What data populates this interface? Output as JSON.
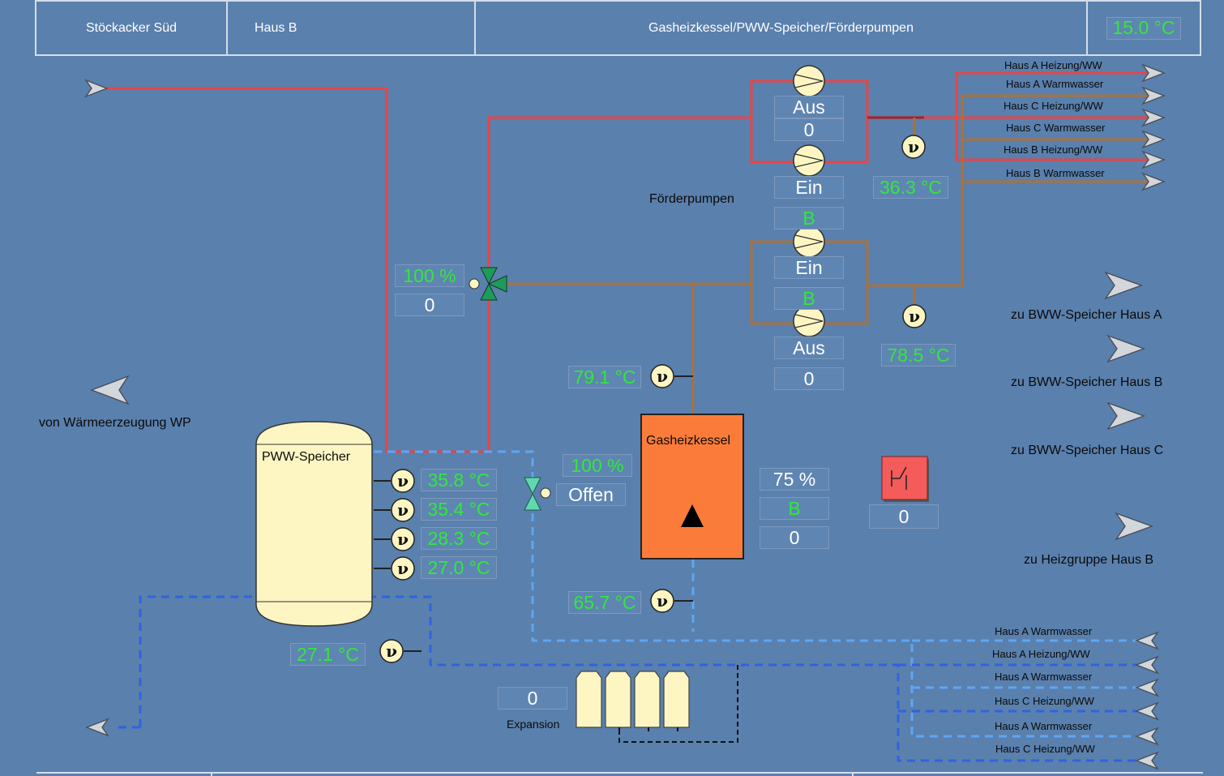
{
  "header": {
    "site": "Stöckacker Süd",
    "building": "Haus B",
    "title": "Gasheizkessel/PWW-Speicher/Förderpumpen",
    "outdoor_temp": "15.0 °C"
  },
  "colors": {
    "background": "#5a80ad",
    "supply_red": "#e84545",
    "return_brown": "#a8723f",
    "cold_blue": "#2f63e0",
    "cold_blue_light": "#5ea6f2",
    "value_green": "#31e83b",
    "boiler_orange": "#fb7c3a",
    "tank_cream": "#fdf6c3"
  },
  "left": {
    "from_heat_pump": "von Wärmeerzeugung WP"
  },
  "mixing_valve": {
    "position": "100 %",
    "value": "0"
  },
  "pumps_label": "Förderpumpen",
  "pumps": [
    {
      "state": "Aus",
      "value": "0"
    },
    {
      "state": "Ein",
      "value": "B"
    },
    {
      "state": "Ein",
      "value": "B"
    },
    {
      "state": "Aus",
      "value": "0"
    }
  ],
  "supply_temp_top": "36.3 °C",
  "supply_temp_mid": "78.5 °C",
  "boiler_inlet_temp": "79.1 °C",
  "boiler_return_temp": "65.7 °C",
  "boiler": {
    "name": "Gasheizkessel",
    "load": "75 %",
    "mode": "B",
    "value": "0"
  },
  "shutoff_valve": {
    "position": "100 %",
    "state": "Offen"
  },
  "tank": {
    "name": "PWW-Speicher",
    "temps": [
      "35.8 °C",
      "35.4 °C",
      "28.3 °C",
      "27.0 °C"
    ],
    "return_temp": "27.1 °C"
  },
  "expansion": {
    "label": "Expansion",
    "value": "0"
  },
  "switch_value": "0",
  "outlets_top": [
    "Haus A Heizung/WW",
    "Haus A Warmwasser",
    "Haus C Heizung/WW",
    "Haus C Warmwasser",
    "Haus B Heizung/WW",
    "Haus B Warmwasser"
  ],
  "nav_links": [
    "zu BWW-Speicher Haus A",
    "zu BWW-Speicher Haus B",
    "zu BWW-Speicher Haus C",
    "zu Heizgruppe Haus B"
  ],
  "returns_bottom": [
    "Haus A Warmwasser",
    "Haus A Heizung/WW",
    "Haus A Warmwasser",
    "Haus C Heizung/WW",
    "Haus A Warmwasser",
    "Haus C Heizung/WW"
  ]
}
